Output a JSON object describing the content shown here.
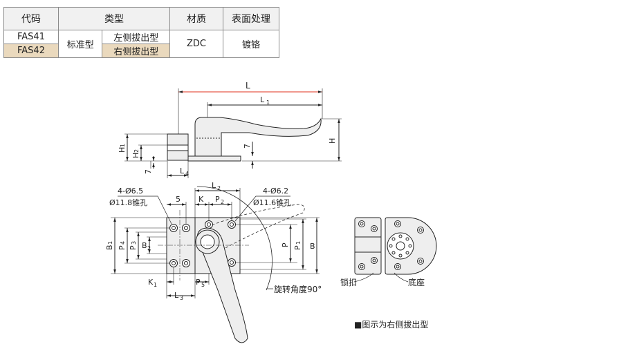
{
  "table": {
    "headers": {
      "code": "代码",
      "type": "类型",
      "material": "材质",
      "surface": "表面处理"
    },
    "rows": [
      {
        "code": "FAS41",
        "type_side": "左侧拔出型"
      },
      {
        "code": "FAS42",
        "type_side": "右侧拔出型"
      }
    ],
    "type_main": "标准型",
    "material": "ZDC",
    "surface": "镀铬"
  },
  "dims": {
    "L": "L",
    "L1": "L",
    "L1_sub": "1",
    "H": "H",
    "H1": "H",
    "H1_sub": "1",
    "H2": "H",
    "H2_sub": "2",
    "seven_a": "7",
    "seven_b": "7",
    "L4": "L",
    "L4_sub": "4",
    "L2": "L",
    "L2_sub": "2",
    "five": "5",
    "K": "K",
    "P2": "P",
    "P2_sub": "2",
    "hole_left_1": "4-Ø6.5",
    "hole_left_2": "Ø11.8锥孔",
    "hole_right_1": "4-Ø6.2",
    "hole_right_2": "Ø11.6锥孔",
    "B1": "B",
    "B1_sub": "1",
    "P4": "P",
    "P4_sub": "4",
    "P3": "P",
    "P3_sub": "3",
    "B2": "B",
    "B2_sub": "2",
    "P": "P",
    "P1": "P",
    "P1_sub": "1",
    "B": "B",
    "K1": "K",
    "K1_sub": "1",
    "P5": "P",
    "P5_sub": "5",
    "L3": "L",
    "L3_sub": "3",
    "rotation": "旋转角度90°"
  },
  "labels": {
    "lock": "锁扣",
    "base": "底座",
    "note": "■图示为右侧拔出型"
  },
  "colors": {
    "L_dim": "#e0301e",
    "highlight": "#ead9bd",
    "part_fill": "#eeeeee"
  }
}
